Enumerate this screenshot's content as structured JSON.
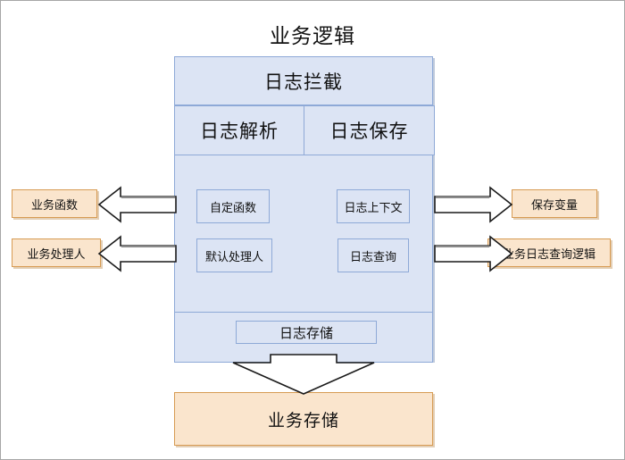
{
  "diagram": {
    "title": "业务逻辑",
    "colors": {
      "blue_fill": "#dce4f4",
      "blue_border": "#8ea9d7",
      "orange_fill": "#fae5cd",
      "orange_border": "#d79b53",
      "arrow_fill": "#ffffff",
      "arrow_stroke": "#1a1a1a",
      "text": "#111111",
      "canvas_border": "#a6a6a6"
    },
    "core": {
      "header_label": "日志拦截",
      "sub_blocks": [
        {
          "label": "日志解析"
        },
        {
          "label": "日志保存"
        }
      ],
      "components": [
        {
          "label": "自定函数"
        },
        {
          "label": "日志上下文"
        },
        {
          "label": "默认处理人"
        },
        {
          "label": "日志查询"
        }
      ],
      "storage_label": "日志存储"
    },
    "external": {
      "left": [
        {
          "label": "业务函数"
        },
        {
          "label": "业务处理人"
        }
      ],
      "right": [
        {
          "label": "保存变量"
        },
        {
          "label": "业务日志查询逻辑"
        }
      ],
      "bottom": {
        "label": "业务存储"
      }
    },
    "arrows": [
      {
        "name": "custom-func-to-biz-func",
        "direction": "left"
      },
      {
        "name": "default-handler-to-biz-handler",
        "direction": "left"
      },
      {
        "name": "log-context-to-save-var",
        "direction": "right"
      },
      {
        "name": "log-query-to-biz-query-logic",
        "direction": "right"
      },
      {
        "name": "log-storage-to-biz-storage",
        "direction": "down"
      }
    ]
  }
}
